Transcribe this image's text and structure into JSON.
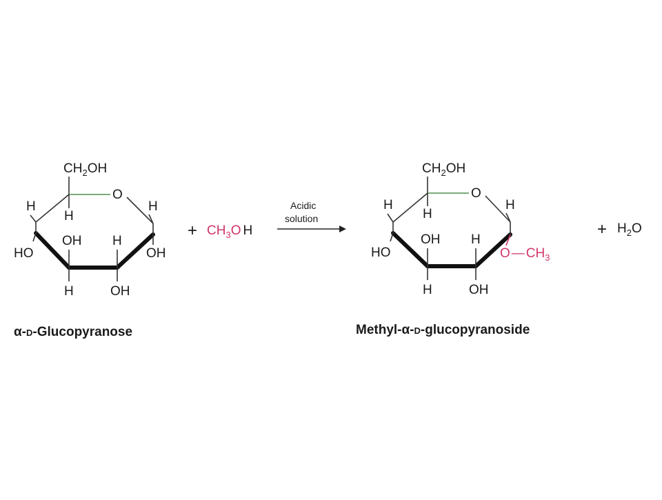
{
  "reactant": {
    "name_prefix": "α-",
    "name_d": "D",
    "name_suffix": "-Glucopyranose",
    "ch2oh_ch": "CH",
    "ch2oh_2": "2",
    "ch2oh_oh": "OH",
    "ring_o": "O",
    "h_left": "H",
    "h_c5": "H",
    "h_c1": "H",
    "ho_c4": "HO",
    "oh_c3": "OH",
    "h_c2_top": "H",
    "oh_c1": "OH",
    "h_c3_bottom": "H",
    "oh_c2_bottom": "OH"
  },
  "reagent": {
    "plus": "+",
    "ch": "CH",
    "sub3": "3",
    "o": "O",
    "h": "H"
  },
  "condition": {
    "line1": "Acidic",
    "line2": "solution"
  },
  "product": {
    "name_prefix": "Methyl-α-",
    "name_d": "D",
    "name_suffix": "-glucopyranoside",
    "ch2oh_ch": "CH",
    "ch2oh_2": "2",
    "ch2oh_oh": "OH",
    "ring_o": "O",
    "h_left": "H",
    "h_c5": "H",
    "h_c1": "H",
    "ho_c4": "HO",
    "oh_c3": "OH",
    "h_c2_top": "H",
    "o_methyl": "O",
    "dash": "—",
    "ch3_ch": "CH",
    "ch3_3": "3",
    "h_c3_bottom": "H",
    "oh_c2_bottom": "OH"
  },
  "byproduct": {
    "plus": "+",
    "h": "H",
    "sub2": "2",
    "o": "O"
  },
  "colors": {
    "highlight": "#d1356a",
    "ring_bond": "#4f8f4f",
    "ink": "#1a1a1a"
  }
}
